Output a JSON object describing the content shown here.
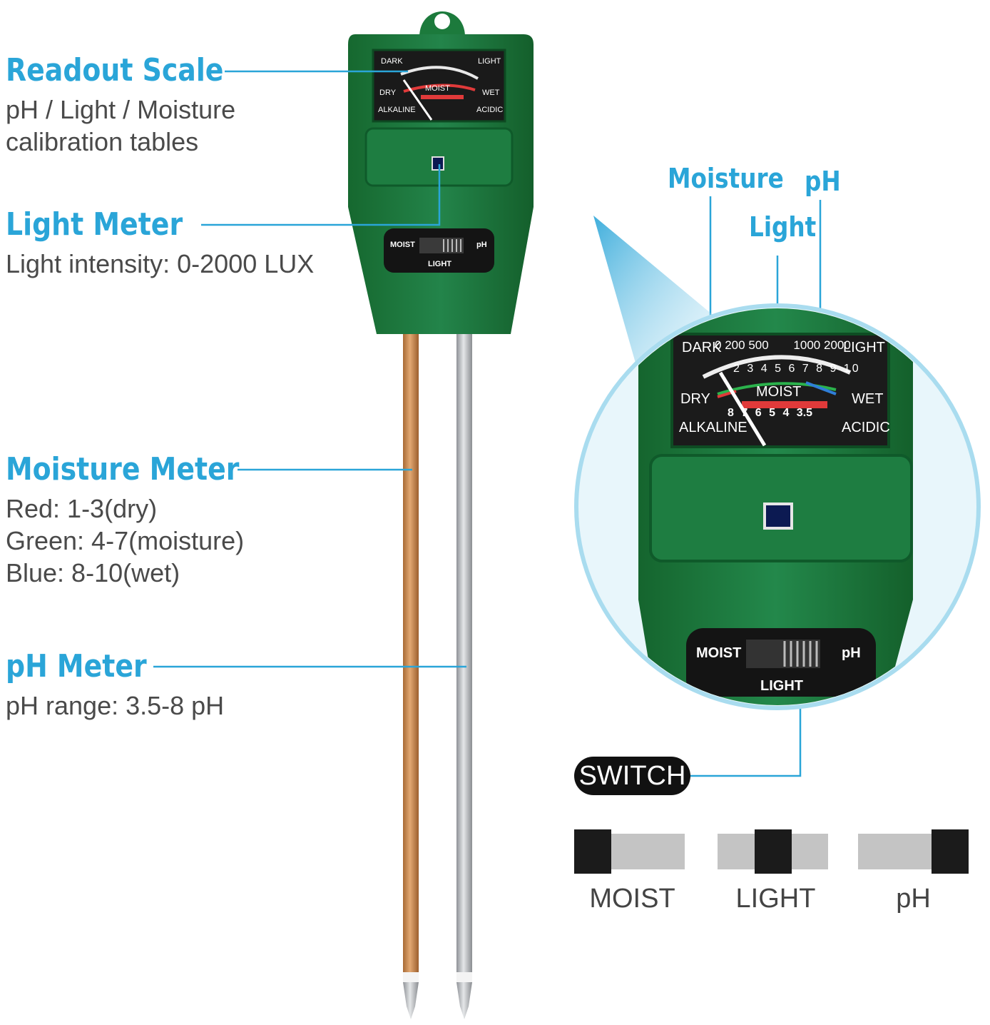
{
  "left_annotations": {
    "readout": {
      "title": "Readout Scale",
      "lines": [
        "pH / Light / Moisture",
        "calibration tables"
      ]
    },
    "light": {
      "title": "Light Meter",
      "lines": [
        "Light intensity: 0-2000 LUX"
      ]
    },
    "moisture": {
      "title": "Moisture Meter",
      "lines": [
        "Red: 1-3(dry)",
        "Green: 4-7(moisture)",
        "Blue: 8-10(wet)"
      ]
    },
    "ph": {
      "title": "pH Meter",
      "lines": [
        "pH range: 3.5-8 pH"
      ]
    }
  },
  "zoom_callouts": {
    "moisture": "Moisture",
    "ph": "pH",
    "light": "Light"
  },
  "gauge": {
    "dark": "DARK",
    "light": "LIGHT",
    "dry": "DRY",
    "wet": "WET",
    "alkaline": "ALKALINE",
    "acidic": "ACIDIC",
    "moist": "MOIST",
    "lux_ticks": [
      "0",
      "200",
      "500",
      "1000",
      "2000"
    ],
    "moist_ticks": [
      "2",
      "3",
      "4",
      "5",
      "6",
      "7",
      "8",
      "9",
      "10"
    ],
    "ph_ticks": [
      "8",
      "7",
      "6",
      "5",
      "4",
      "3.5"
    ]
  },
  "switch_plate": {
    "moist": "MOIST",
    "ph": "pH",
    "light": "LIGHT"
  },
  "switch_legend": {
    "title": "SWITCH",
    "positions": [
      {
        "label": "MOIST",
        "active": 0
      },
      {
        "label": "LIGHT",
        "active": 1
      },
      {
        "label": "pH",
        "active": 2
      }
    ]
  },
  "colors": {
    "accent": "#2aa5d8",
    "device_green": "#1f7a3e",
    "gauge_bg": "#1a1a1a",
    "dry_red": "#e03a3a",
    "moist_green": "#2bb24c",
    "wet_blue": "#2f7fd8",
    "copper_probe": "#c98a4e",
    "steel_probe": "#b9bcc0"
  }
}
